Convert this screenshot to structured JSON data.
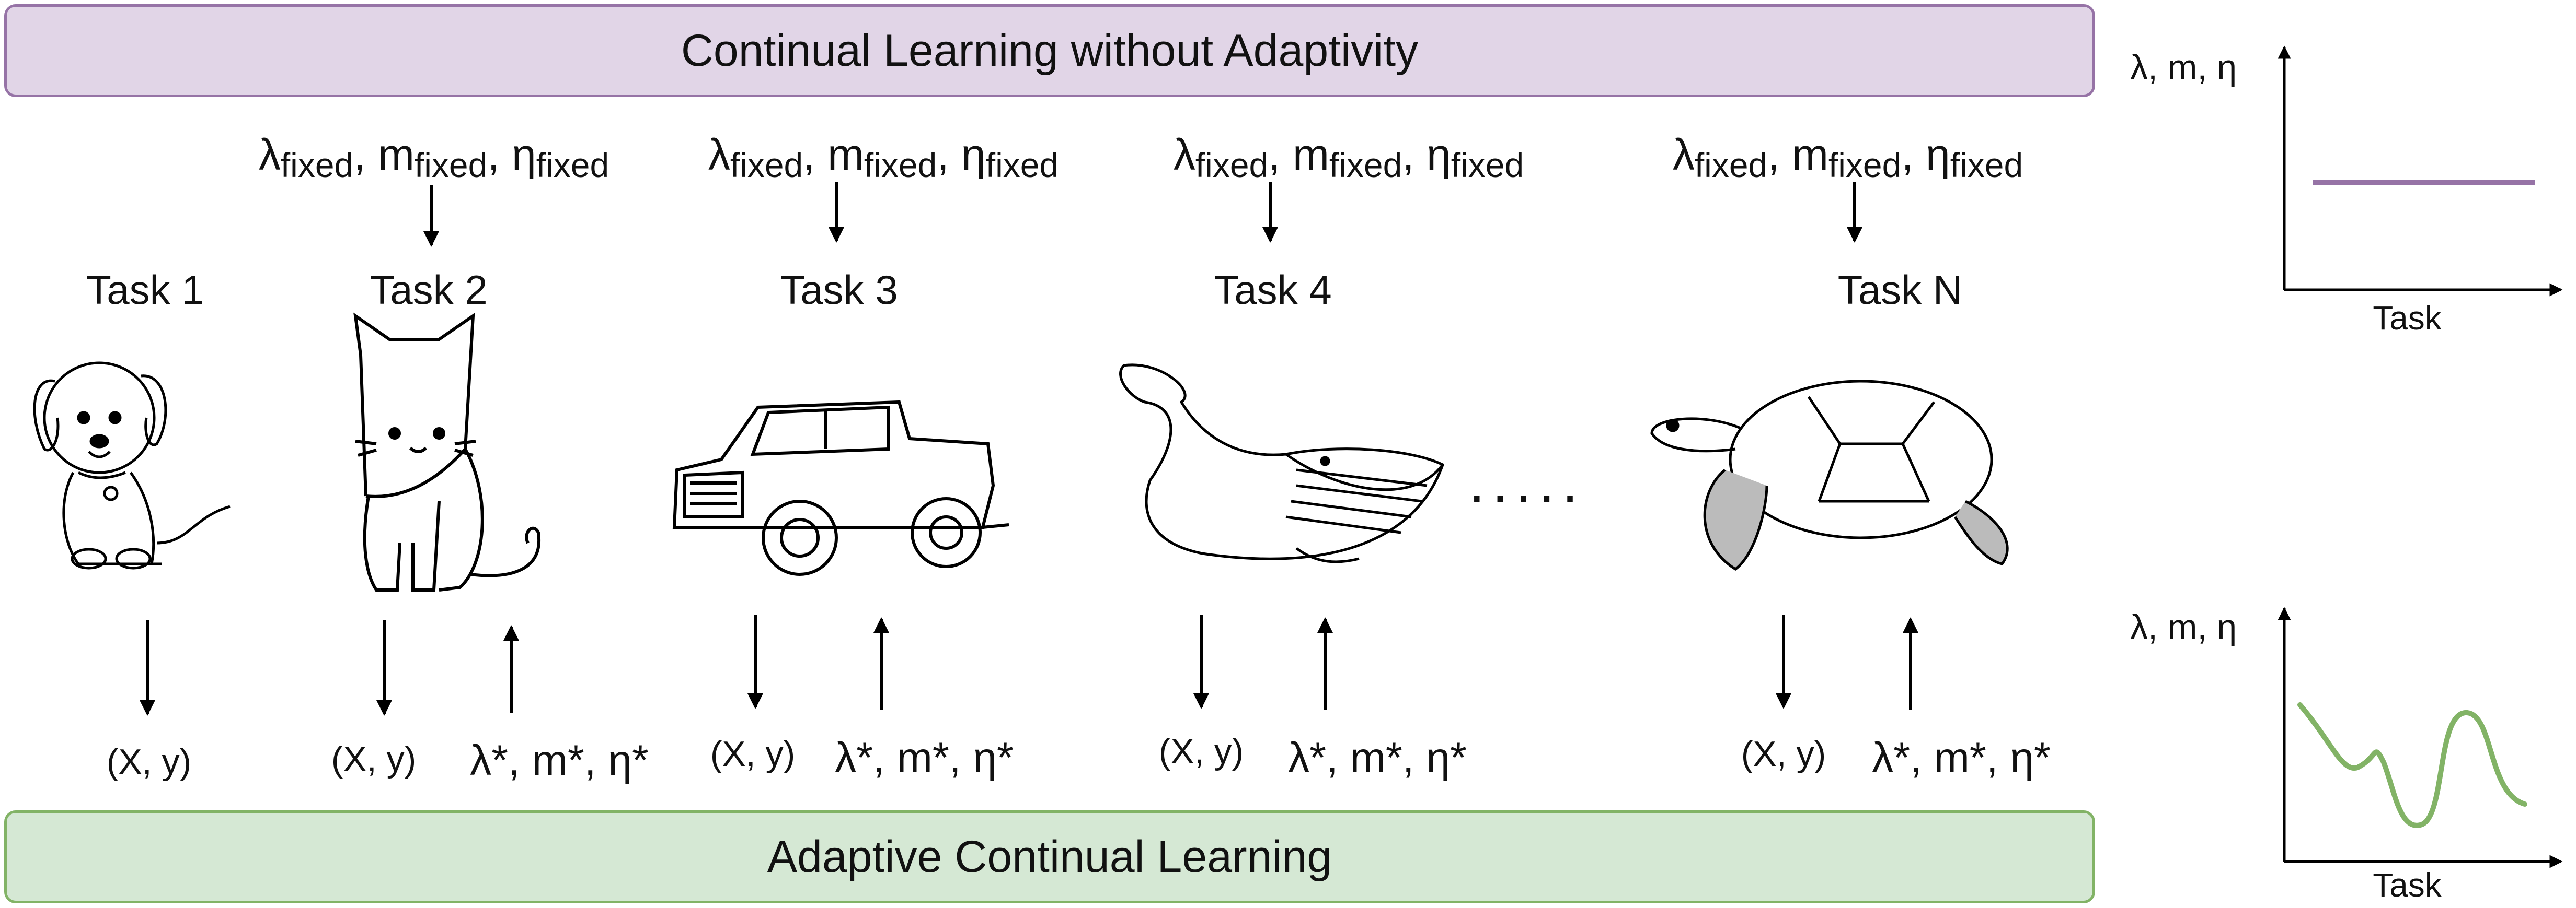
{
  "banners": {
    "top": "Continual Learning without Adaptivity",
    "bottom": "Adaptive Continual Learning"
  },
  "tasks": [
    {
      "title": "Task 1",
      "illustration": "puppy",
      "input": "(X, y)"
    },
    {
      "title": "Task 2",
      "illustration": "cat",
      "input": "(X, y)",
      "output": "λ*, m*, η*"
    },
    {
      "title": "Task 3",
      "illustration": "pickup-truck",
      "input": "(X, y)",
      "output": "λ*, m*, η*"
    },
    {
      "title": "Task 4",
      "illustration": "whale",
      "input": "(X, y)",
      "output": "λ*, m*, η*"
    },
    {
      "title": "Task N",
      "illustration": "sea-turtle",
      "input": "(X, y)",
      "output": "λ*, m*, η*"
    }
  ],
  "fixed_params": {
    "l_sym": "λ",
    "m_sym": "m",
    "e_sym": "η",
    "sub": "fixed",
    "sep": ","
  },
  "ellipsis": ".....",
  "plots": {
    "top": {
      "ylabel": "λ, m, η",
      "xlabel": "Task",
      "line_color": "#9673a6",
      "shape": "constant"
    },
    "bottom": {
      "ylabel": "λ, m, η",
      "xlabel": "Task",
      "line_color": "#82b366",
      "shape": "varying"
    }
  },
  "colors": {
    "top_fill": "#e1d5e7",
    "top_stroke": "#9673a6",
    "bottom_fill": "#d5e8d4",
    "bottom_stroke": "#82b366"
  }
}
